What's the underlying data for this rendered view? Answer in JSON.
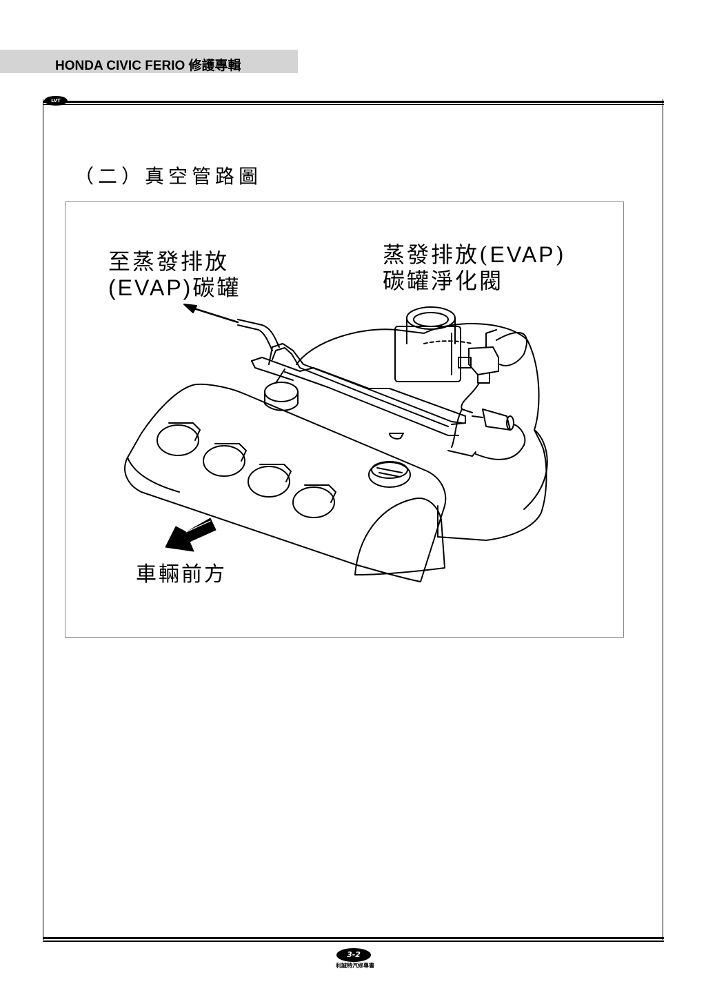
{
  "header": {
    "title": "HONDA CIVIC FERIO 修護專輯"
  },
  "logo": {
    "text": "LVT"
  },
  "section": {
    "title": "（二）真空管路圖"
  },
  "diagram": {
    "label_to_canister_line1": "至蒸發排放",
    "label_to_canister_line2_en": "(EVAP)",
    "label_to_canister_line2_zh": "碳罐",
    "label_valve_line1_zh": "蒸發排放(",
    "label_valve_line1_en": "EVAP",
    "label_valve_line1_close": ")",
    "label_valve_line2": "碳罐淨化閥",
    "label_front": "車輛前方"
  },
  "footer": {
    "page_number": "3-2",
    "publisher": "利誠特汽修專書"
  }
}
